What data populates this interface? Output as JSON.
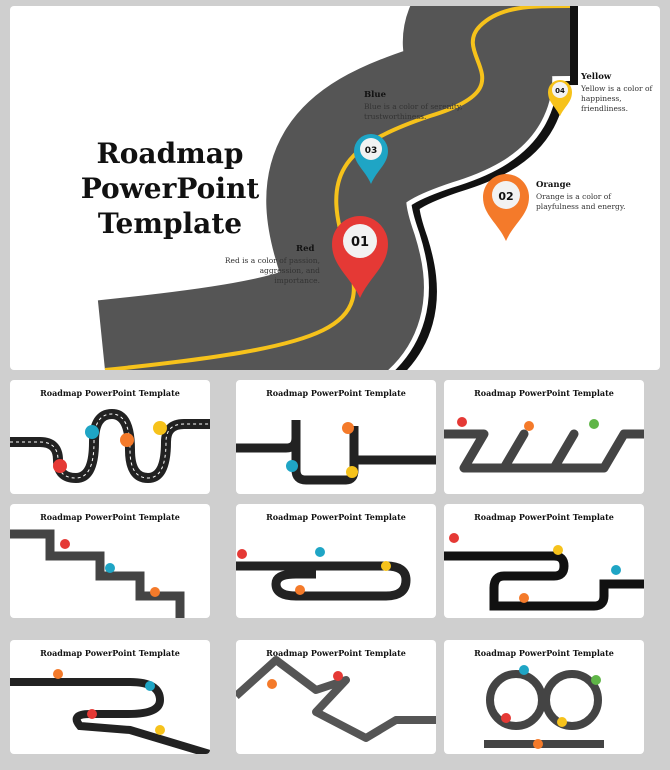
{
  "main": {
    "title_lines": [
      "Roadmap",
      "PowerPoint",
      "Template"
    ],
    "milestones": [
      {
        "num": "01",
        "name": "Red",
        "desc_lines": [
          "Red is a color of passion,",
          "aggression, and importance."
        ],
        "color": "#e53935"
      },
      {
        "num": "02",
        "name": "Orange",
        "desc_lines": [
          "Orange is a color of",
          "playfulness and energy."
        ],
        "color": "#f47a2a"
      },
      {
        "num": "03",
        "name": "Blue",
        "desc_lines": [
          "Blue is a color of serenity,",
          "trustworthiness."
        ],
        "color": "#1fa5c5"
      },
      {
        "num": "04",
        "name": "Yellow",
        "desc_lines": [
          "Yellow is a color of",
          "happiness, friendliness."
        ],
        "color": "#f6c21b"
      }
    ]
  },
  "thumbnails": [
    {
      "title": "Roadmap PowerPoint Template"
    },
    {
      "title": "Roadmap PowerPoint Template"
    },
    {
      "title": "Roadmap PowerPoint Template"
    },
    {
      "title": "Roadmap PowerPoint Template"
    },
    {
      "title": "Roadmap PowerPoint Template"
    },
    {
      "title": "Roadmap PowerPoint Template"
    },
    {
      "title": "Roadmap PowerPoint Template"
    },
    {
      "title": "Roadmap PowerPoint Template"
    },
    {
      "title": "Roadmap PowerPoint Template"
    }
  ],
  "colors": {
    "road": "#555555",
    "road_edge": "#111111",
    "center_line": "#f6c21b",
    "background": "#cfcfcf"
  }
}
